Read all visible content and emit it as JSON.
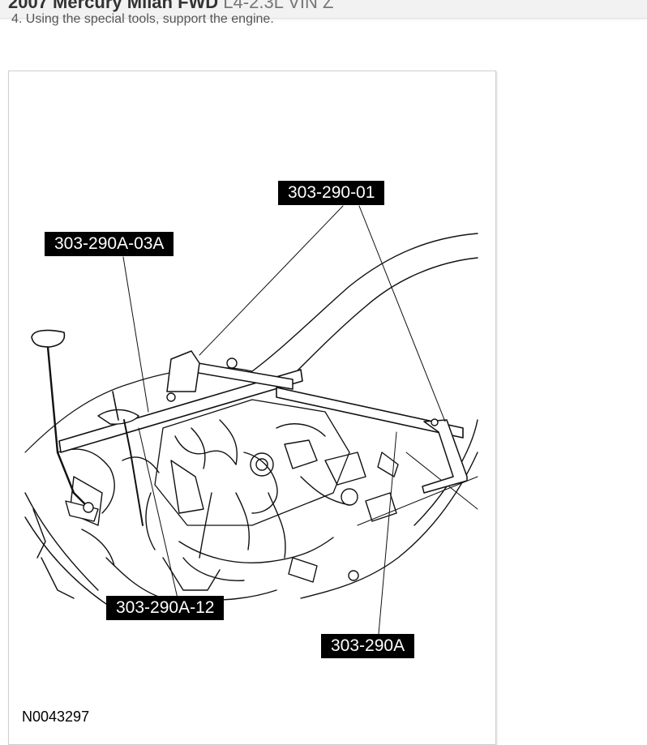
{
  "header": {
    "title_bold": "2007 Mercury Milan FWD",
    "title_light": " L4-2.3L VIN Z"
  },
  "step": "4. Using the special tools, support the engine.",
  "figure": {
    "callouts": {
      "top_right": "303-290-01",
      "top_left": "303-290A-03A",
      "bottom_left": "303-290A-12",
      "bottom_right": "303-290A"
    },
    "figure_id": "N0043297"
  }
}
